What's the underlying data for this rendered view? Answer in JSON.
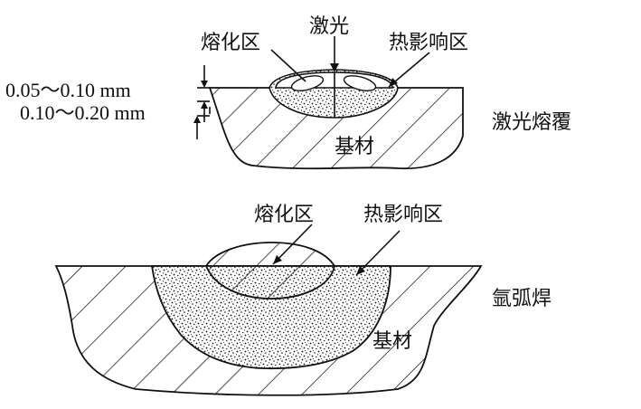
{
  "laser_cladding": {
    "title": "激光熔覆",
    "fusion_zone_label": "熔化区",
    "laser_label": "激光",
    "haz_label": "热影响区",
    "base_label": "基材",
    "dim_top": "0.05～0.10 mm",
    "dim_bottom": "0.10～0.20 mm"
  },
  "argon_arc": {
    "title": "氩弧焊",
    "fusion_zone_label": "熔化区",
    "haz_label": "热影响区",
    "base_label": "基材"
  }
}
